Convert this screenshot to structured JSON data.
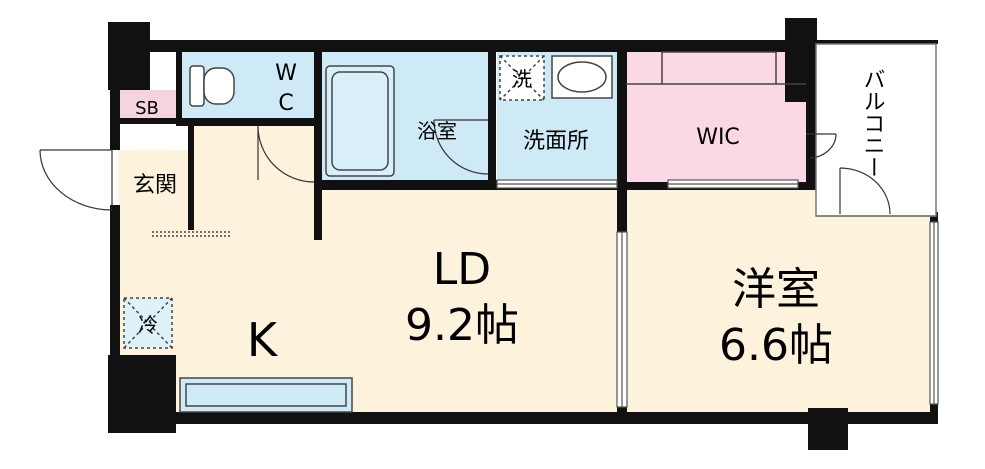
{
  "rooms": {
    "wc": {
      "label_line1": "W",
      "label_line2": "C"
    },
    "sb": {
      "label": "SB"
    },
    "genkan": {
      "label": "玄関"
    },
    "bath": {
      "label": "浴室"
    },
    "washroom": {
      "label": "洗面所"
    },
    "wm": {
      "label": "洗"
    },
    "wic": {
      "label": "WIC"
    },
    "balcony": {
      "label": "バルコニー"
    },
    "ld": {
      "label": "LD",
      "size": "9.2帖"
    },
    "kitchen": {
      "label": "K"
    },
    "fridge": {
      "label": "冷"
    },
    "western": {
      "label": "洋室",
      "size": "6.6帖"
    }
  },
  "colors": {
    "wall": "#111111",
    "floor": "#fdf3dd",
    "wet": "#cfeaf7",
    "wic": "#fad9e4",
    "sb": "#f6d4de"
  }
}
